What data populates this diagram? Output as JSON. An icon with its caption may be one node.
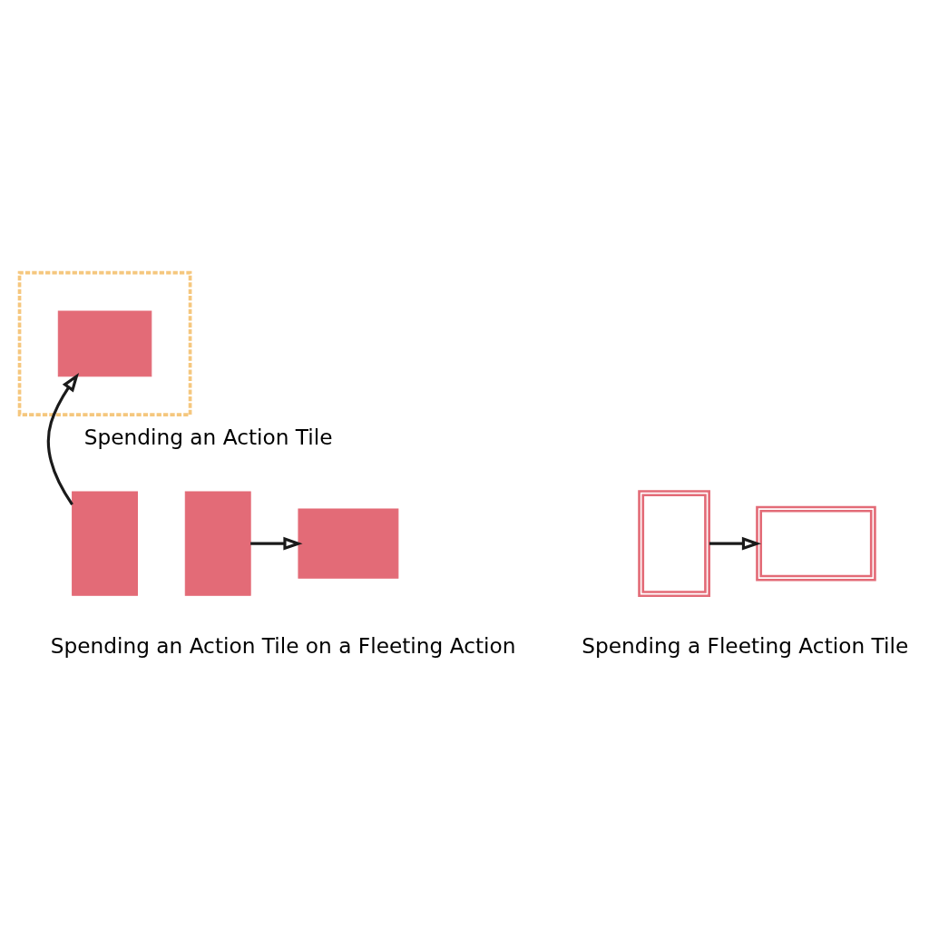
{
  "diagram": {
    "nodes": [
      {
        "text": [],
        "shape": "box"
      },
      {
        "text": [],
        "shape": "box",
        "in": 0
      },
      {
        "text": [],
        "shape": "box"
      },
      {
        "text": [],
        "shape": "box"
      },
      {
        "text": [],
        "shape": "box"
      },
      {
        "text": [],
        "shape": "box"
      },
      {
        "text": [],
        "shape": "box"
      }
    ],
    "edges": [
      {
        "from": 2,
        "to": 1,
        "arrow": "to"
      },
      {
        "from": 3,
        "to": 4,
        "arrow": "to"
      },
      {
        "from": 5,
        "to": 6,
        "arrow": "to"
      }
    ],
    "labels": [
      "Spending an Action Tile",
      "Spending an Action Tile on a Fleeting Action",
      "Spending a Fleeting Action Tile"
    ]
  }
}
